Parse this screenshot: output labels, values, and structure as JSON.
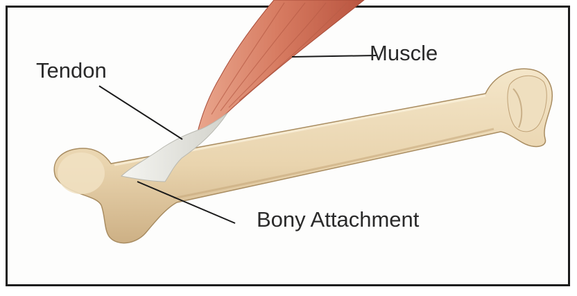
{
  "labels": {
    "tendon": "Tendon",
    "muscle": "Muscle",
    "bony_attachment": "Bony Attachment"
  },
  "colors": {
    "border": "#1b1b1b",
    "bone": "#ecd9b6",
    "bone_shadow": "#c8ad83",
    "muscle": "#d47b62",
    "tendon": "#e4e4de",
    "leader_line": "#1a1a1a"
  }
}
